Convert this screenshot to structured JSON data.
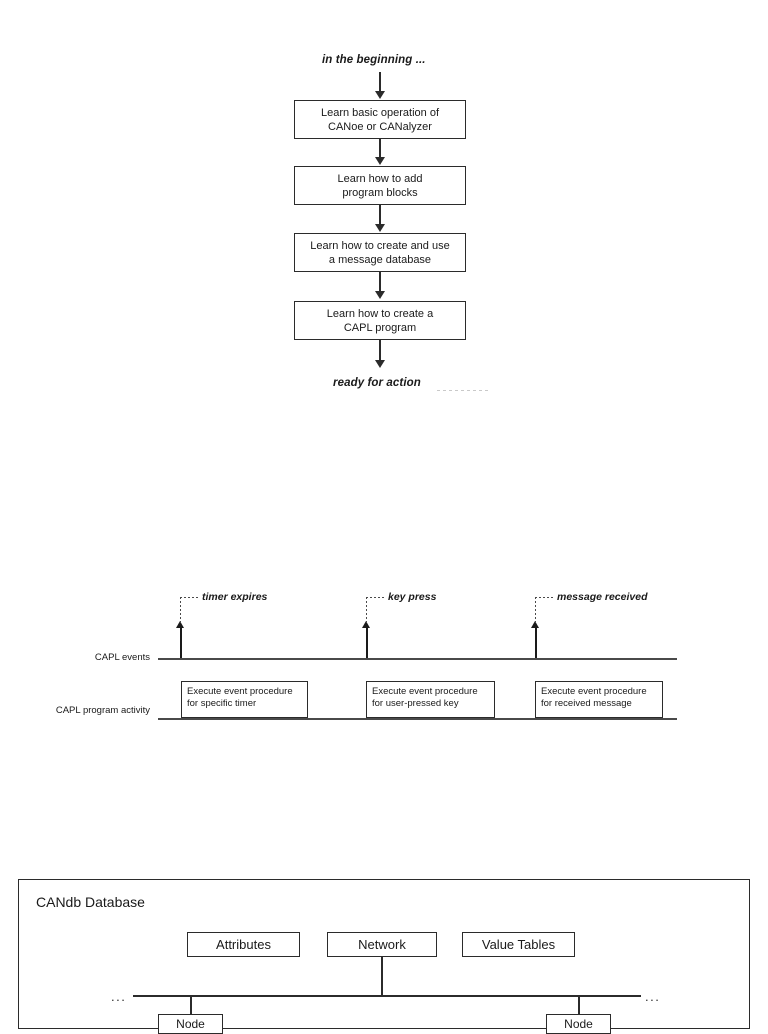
{
  "page": {
    "background": "#ffffff",
    "ink": "#1a1a1a"
  },
  "flowchart": {
    "start_caption": "in the beginning ...",
    "end_caption": "ready for action",
    "steps": [
      {
        "line1": "Learn basic operation of",
        "line2": "CANoe or CANalyzer"
      },
      {
        "line1": "Learn how to add",
        "line2": "program blocks"
      },
      {
        "line1": "Learn how to create and use",
        "line2": "a message database"
      },
      {
        "line1": "Learn how to create a",
        "line2": "CAPL program"
      }
    ]
  },
  "timing": {
    "row_labels": {
      "events": "CAPL events",
      "activity": "CAPL program activity"
    },
    "events": [
      {
        "name": "timer expires",
        "activity_line1": "Execute event procedure",
        "activity_line2": "for specific timer"
      },
      {
        "name": "key press",
        "activity_line1": "Execute event procedure",
        "activity_line2": "for user-pressed key"
      },
      {
        "name": "message received",
        "activity_line1": "Execute event procedure",
        "activity_line2": "for received message"
      }
    ]
  },
  "candb": {
    "title": "CANdb Database",
    "top_boxes": [
      {
        "label": "Attributes"
      },
      {
        "label": "Network"
      },
      {
        "label": "Value Tables"
      }
    ],
    "ellipsis_left": "...",
    "ellipsis_right": "...",
    "nodes": [
      {
        "label": "Node"
      },
      {
        "label": "Node"
      }
    ]
  }
}
